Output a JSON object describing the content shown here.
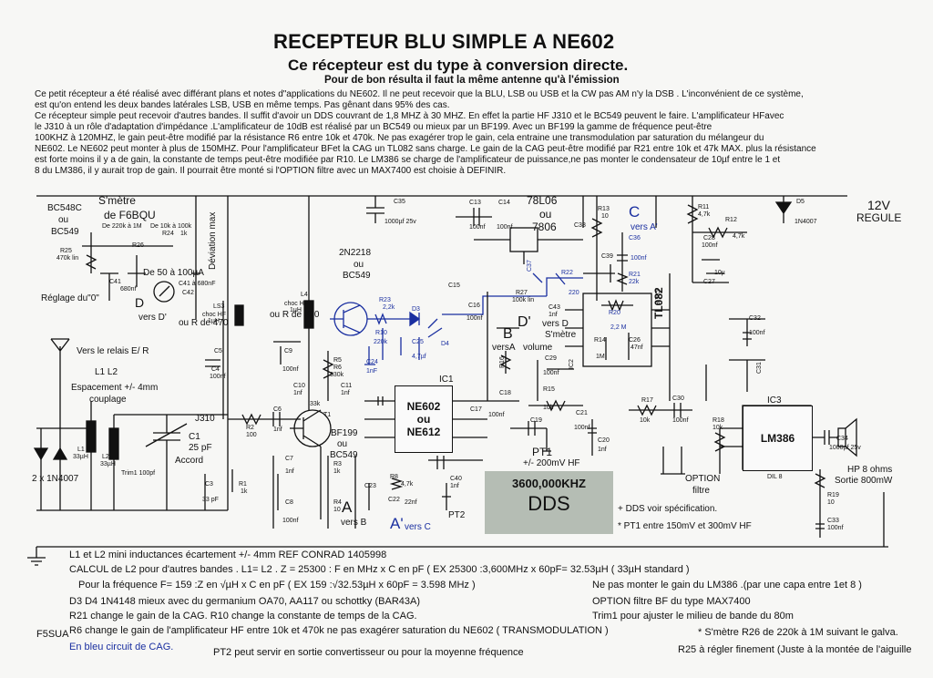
{
  "header": {
    "title": "RECEPTEUR BLU SIMPLE A NE602",
    "subtitle": "Ce récepteur est du type à conversion directe.",
    "subnote": "Pour de bon résulta il faut la même antenne qu'à l'émission"
  },
  "intro": [
    "Ce petit récepteur a été réalisé avec différant plans et notes d\"applications du NE602. Il ne peut recevoir que la BLU, LSB ou USB et la CW pas AM n'y la DSB . L'inconvénient de ce système,",
    "est qu'on entend les deux bandes latérales LSB, USB en même temps. Pas gênant dans 95% des cas.",
    "Ce récepteur simple peut recevoir d'autres bandes. Il suffit d'avoir un DDS couvrant de 1,8 MHZ à 30 MHZ. En effet la partie HF J310 et le BC549 peuvent le faire. L'amplificateur HFavec",
    "le J310 à un rôle d'adaptation d'impédance .L'amplificateur de 10dB est réalisé par un BC549 ou mieux par un BF199. Avec un BF199 la gamme de fréquence peut-être",
    "100KHZ à 120MHZ, le gain peut-être modifié par la résistance R6 entre 10k et 470k. Ne pas exagérer trop le gain, cela entraine une transmodulation par saturation du mélangeur du",
    "NE602. Le NE602 peut monter à plus de 150MHZ. Pour l'amplificateur BFet la CAG un TL082 sans charge. Le gain de la CAG peut-être modifié par R21 entre 10k et 47k MAX. plus la résistance",
    "est forte moins il y a de gain, la constante de temps peut-être modifiée par R10. Le LM386 se charge de l'amplificateur de puissance,ne pas monter le condensateur de 10µf entre le 1 et",
    "8 du LM386, il y aurait trop de gain. Il pourrait être monté si l'OPTION filtre avec un MAX7400 est choisie à DEFINIR."
  ],
  "chips": {
    "ne602": "NE602\nou\nNE612",
    "ne602_tag": "IC1",
    "lm386": "LM386",
    "lm386_tag": "IC3",
    "lm386_dil": "DIL 8",
    "tl082": "TL082",
    "tl082_dil": "DIL 8",
    "ic2": "IC2",
    "dds_freq": "3600,000KHZ",
    "dds_label": "DDS"
  },
  "labels": {
    "smetre_title": "S'mètre",
    "smetre_author": "de F6BQU",
    "bc548c": "BC548C",
    "ou1": "ou",
    "bc549_a": "BC549",
    "r25": "R25",
    "r25_val": "470k lin",
    "r26": "R26",
    "r24": "R24",
    "r24_val": "1k",
    "de220k": "De 220k à 1M",
    "de10k": "De 10k à 100k",
    "c41": "C41",
    "c41_val": "680nf",
    "galva": "De 50 à 100µA",
    "c42": "C42",
    "c42_val": "C41 à 680nF",
    "dev_max": "Déviation max",
    "reglage_zero": "Réglage du\"0\"",
    "d_big": "D",
    "vers_d_prime": "vers D'",
    "ls3": "LS3",
    "choc_hf1": "choc HF",
    "choc_hf1b": "1µH",
    "ou_r470_1": "ou R de 470",
    "relais": "Vers le relais E/ R",
    "l1l2": "L1 L2",
    "espacement": "Espacement +/- 4mm",
    "couplage": "couplage",
    "j310": "J310",
    "l1": "L1",
    "l1_val": "33µH",
    "l2": "L2",
    "l2_val": "33µH",
    "c1": "C1",
    "c1_val": "25 pF",
    "trim": "Trim1 100pf",
    "accord": "Accord",
    "diodes": "2 x 1N4007",
    "c3": "C3",
    "c3_val": "33 pF",
    "r1": "R1",
    "r1_val": "1k",
    "c4": "C4",
    "c4_val": "100nf",
    "c5": "C5",
    "r2": "R2",
    "r2_val": "100",
    "c6": "C6",
    "c6_val": "1nf",
    "t2n2218": "2N2218",
    "ou2": "ou",
    "bc549_b": "BC549",
    "l4": "L4",
    "choc_hf2": "choc HF",
    "choc_hf2b": "1µH",
    "ou_r470_2": "ou R de 470",
    "c9": "C9",
    "c9_val": "100nf",
    "r5": "R5",
    "r6": "R6",
    "r6_val": "330k",
    "c10": "C10",
    "c10_val": "1nf",
    "c11": "C11",
    "c11_val": "1nf",
    "r3_val": "33k",
    "t1": "T1",
    "bf199": "BF199",
    "ou3": "ou",
    "bc549_c": "BC549",
    "c7": "C7",
    "c7_val": "1nf",
    "r3": "R3",
    "r3_val2": "1k",
    "c8": "C8",
    "c8_val": "100nf",
    "r4": "R4",
    "r4_val": "10",
    "a_big": "A",
    "vers_b": "vers B",
    "a_prime": "A'",
    "vers_c": "vers C",
    "pt2": "PT2",
    "c22": "C22",
    "c22_val": "22nf",
    "c23": "C23",
    "r8": "R8",
    "r8_val": "4,7k",
    "c40": "C40",
    "c40_val": "1nf",
    "c35": "C35",
    "c35_val": "1000µf 25v",
    "c13": "C13",
    "c13_val": "100nf",
    "c14": "C14",
    "c14_val": "100nf",
    "reg": "78L06",
    "ou4": "ou",
    "reg2": "7806",
    "c16": "C16",
    "c16_val": "100nf",
    "c15": "C15",
    "r23": "R23",
    "r23_val": "2,2k",
    "d3": "D3",
    "r10": "R10",
    "r10_val": "220k",
    "c25": "C25",
    "c25_val": "4,7µf",
    "d4": "D4",
    "c24": "C24",
    "c24_val": "1nF",
    "b_big": "B",
    "vers_a": "versA",
    "volume": "volume",
    "r16": "R16",
    "d_prime": "D'",
    "vers_d": "vers D",
    "smetre2": "S'mètre",
    "c29": "C29",
    "c29_val": "100nf",
    "c18": "C18",
    "c17": "C17",
    "c17_val": "100nf",
    "c19": "C19",
    "r15": "R15",
    "r15_val": "10k",
    "pt1": "PT1",
    "pt1_val": "+/- 200mV HF",
    "c21": "C21",
    "c21_val": "100nf",
    "c20": "C20",
    "c20_val": "1nf",
    "r13": "R13",
    "r13_val": "10",
    "c38": "C38",
    "c39": "C39",
    "c_big": "C",
    "vers_a_prime": "vers A'",
    "c36": "C36",
    "c36_val": "100nf",
    "r21": "R21",
    "r21_val": "22k",
    "c37": "C37",
    "r22": "R22",
    "r22_val": "220",
    "r27": "R27",
    "r27_val": "100k lin",
    "c43": "C43",
    "c43_val": "1nf",
    "r20": "R20",
    "r20_val": "2,2 M",
    "r14": "R14",
    "r14_val": "1M",
    "c26": "C26",
    "c26_val": "47nf",
    "r11": "R11",
    "r11_val": "4,7k",
    "r12": "R12",
    "r12_val": "4,7k",
    "c28": "C28",
    "c28_val": "100nf",
    "c27": "C27",
    "c27_val": "10µ",
    "d5": "D5",
    "d5_val": "1N4007",
    "v12": "12V",
    "regule": "REGULE",
    "c32": "C32",
    "c32_val": "100nf",
    "c31": "C31",
    "r17": "R17",
    "r17_val": "10k",
    "c30": "C30",
    "c30_val": "100nf",
    "r18": "R18",
    "r18_val": "10k",
    "c34": "C34",
    "c34_val": "1000µf 25v",
    "hp": "HP 8 ohms",
    "sortie": "Sortie 800mW",
    "r19": "R19",
    "r19_val": "10",
    "c33": "C33",
    "c33_val": "100nf",
    "option": "OPTION",
    "filtre": "filtre",
    "dds_spec": "+ DDS voir spécification.",
    "pt1_note": "* PT1 entre 150mV et 300mV HF",
    "f5sua": "F5SUA"
  },
  "notes": {
    "n1": "L1 et L2 mini inductances écartement +/- 4mm REF CONRAD 1405998",
    "n2": "CALCUL de L2 pour d'autres bandes . L1= L2 .  Z = 25300 : F en  MHz x C en pF  ( EX 25300 :3,600MHz x  60pF= 32.53µH  ( 33µH standard )",
    "n3": "Pour la fréquence F= 159 :Z en √µH x C en pF   ( EX  159 :√32.53µH  x 60pF = 3.598 MHz )",
    "n4": "D3  D4 1N4148 mieux avec du germanium OA70, AA117 ou schottky (BAR43A)",
    "n5": "R21 change le gain de la CAG. R10 change la constante de temps de la CAG.",
    "n6": "R6 change le gain de l'amplificateur HF entre 10k et 470k  ne  pas exagérer  saturation du NE602 ( TRANSMODULATION )",
    "n7": "En bleu circuit de CAG.",
    "n8": "PT2 peut servir en sortie convertisseur ou pour la moyenne fréquence",
    "r1": "Ne pas monter le gain du LM386 .(par une capa entre 1et 8 )",
    "r2": "OPTION filtre BF du type MAX7400",
    "r3": "Trim1 pour ajuster le milieu de bande du 80m",
    "r4": "* S'mètre R26 de 220k à 1M suivant le galva.",
    "r5": "R25 à régler finement (Juste à la montée de l'aiguille"
  },
  "colors": {
    "ink": "#111111",
    "cag_blue": "#1a2fa0",
    "dds_fill": "#b5bdb4",
    "paper": "#f7f7f5"
  }
}
